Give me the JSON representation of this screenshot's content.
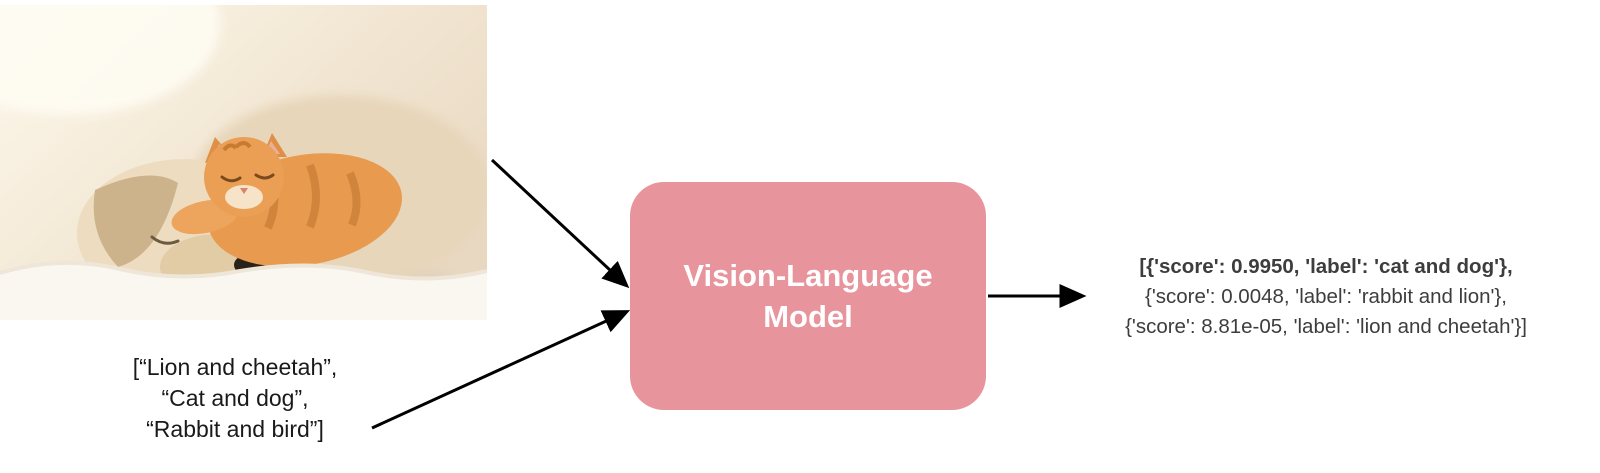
{
  "colors": {
    "model_fill": "#E8949C",
    "model_text": "#FFFFFF",
    "arrow": "#000000",
    "output_text": "#3D3D3D",
    "labels_text": "#1A1A1A"
  },
  "input_image": {
    "alt": "sleeping cream puppy with ginger kitten on white blanket"
  },
  "candidate_labels": {
    "line1": "[“Lion and cheetah”,",
    "line2": "“Cat and dog”,",
    "line3": "“Rabbit and bird”]"
  },
  "model": {
    "line1": "Vision-Language",
    "line2": "Model"
  },
  "output": {
    "line1": "[{'score': 0.9950, 'label': 'cat and dog'},",
    "line2": "{'score': 0.0048, 'label': 'rabbit and lion'},",
    "line3": "{'score': 8.81e-05, 'label': 'lion and cheetah'}]"
  }
}
